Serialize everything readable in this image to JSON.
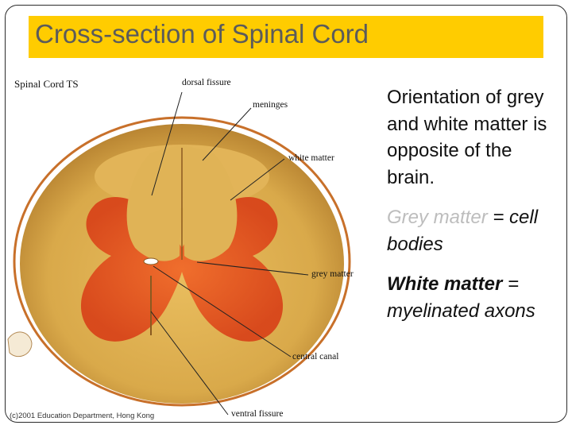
{
  "slide": {
    "title": "Cross-section of Spinal Cord"
  },
  "figure": {
    "title": "Spinal Cord   TS",
    "labels": {
      "dorsal_fissure": "dorsal fissure",
      "meninges": "meninges",
      "white_matter": "white matter",
      "grey_matter": "grey matter",
      "central_canal": "central canal",
      "ventral_fissure": "ventral fissure"
    },
    "copyright": "(c)2001 Education Department, Hong Kong",
    "colors": {
      "white_matter": "#d9a94a",
      "grey_matter": "#e8541c",
      "meninges": "#c8702a"
    }
  },
  "text_panel": {
    "para1": "Orientation of grey and white matter is opposite of the brain.",
    "para2_term": "Grey matter",
    "para2_rest": " = cell bodies",
    "para3_term": "White matter",
    "para3_rest": " = myelinated axons"
  },
  "colors": {
    "title_bar": "#ffcc00",
    "title_text": "#5b5b5b",
    "grey_term": "#bdbdbd"
  }
}
